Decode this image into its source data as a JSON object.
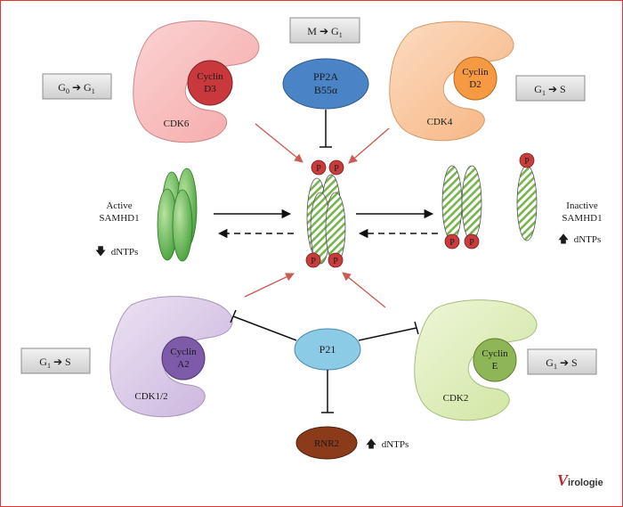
{
  "phase_boxes": {
    "cdk6": {
      "main": "G",
      "sub": "0",
      "arrow": "➔",
      "main2": "G",
      "sub2": "1"
    },
    "pp2a": {
      "main": "M",
      "sub": "",
      "arrow": "➔",
      "main2": "G",
      "sub2": "1"
    },
    "cdk4": {
      "main": "G",
      "sub": "1",
      "arrow": "➔",
      "main2": "S",
      "sub2": ""
    },
    "cdk12": {
      "main": "G",
      "sub": "1",
      "arrow": "➔",
      "main2": "S",
      "sub2": ""
    },
    "cdk2": {
      "main": "G",
      "sub": "1",
      "arrow": "➔",
      "main2": "S",
      "sub2": ""
    }
  },
  "kinases": {
    "cdk6": {
      "name": "CDK6",
      "cyclin_line1": "Cyclin",
      "cyclin_line2": "D3"
    },
    "cdk4": {
      "name": "CDK4",
      "cyclin_line1": "Cyclin",
      "cyclin_line2": "D2"
    },
    "cdk12": {
      "name": "CDK1/2",
      "cyclin_line1": "Cyclin",
      "cyclin_line2": "A2"
    },
    "cdk2": {
      "name": "CDK2",
      "cyclin_line1": "Cyclin",
      "cyclin_line2": "E"
    }
  },
  "pp2a": {
    "line1": "PP2A",
    "line2": "B55α"
  },
  "active": {
    "line1": "Active",
    "line2": "SAMHD1",
    "dntps_arrow": "🡇",
    "dntps": "dNTPs"
  },
  "inactive": {
    "line1": "Inactive",
    "line2": "SAMHD1",
    "dntps_arrow": "🡅",
    "dntps": "dNTPs"
  },
  "p21": {
    "label": "P21"
  },
  "rnr2": {
    "label": "RNR2",
    "dntps_arrow": "🡅",
    "dntps": "dNTPs"
  },
  "phospho": {
    "label": "P"
  },
  "logo": {
    "text": "irologie",
    "initial": "V"
  },
  "colors": {
    "border": "#e3352f",
    "cdk6_body": "#f7b9b9",
    "cdk6_cyclin": "#c9383c",
    "cdk4_body": "#f9c79f",
    "cdk4_cyclin": "#f59a43",
    "cdk12_body": "#d9c9e6",
    "cdk12_cyclin": "#7d5ba8",
    "cdk2_body": "#dcedb8",
    "cdk2_cyclin": "#8fb656",
    "pp2a": "#4a84c6",
    "p21": "#8ccbe6",
    "rnr2": "#8b3a1a",
    "phospho": "#c93c3c",
    "green": "#63b24a",
    "red_arrow": "#cc5a55"
  }
}
